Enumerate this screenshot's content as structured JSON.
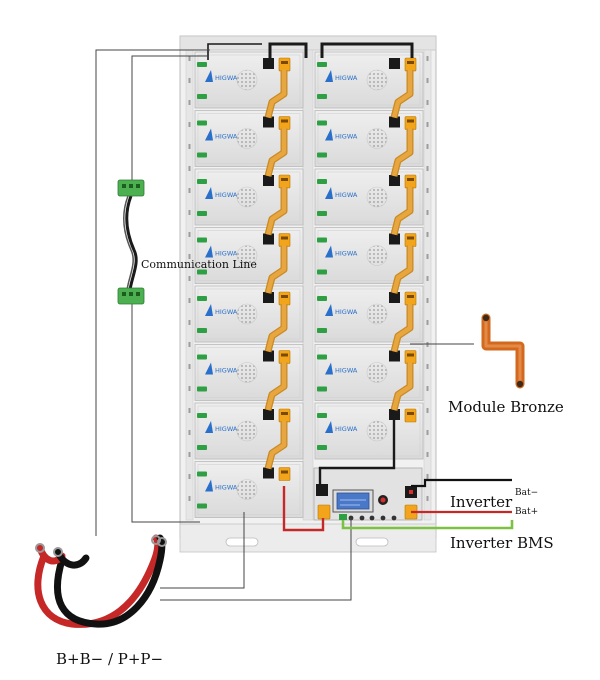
{
  "module_brand": "HIGWA",
  "module_count": {
    "left_column": 8,
    "right_column": 7
  },
  "labels": {
    "communication_line": "Communication Line",
    "module_bronze": "Module Bronze",
    "inverter": "Inverter",
    "bat_minus": "Bat−",
    "bat_plus": "Bat+",
    "inverter_bms": "Inverter BMS",
    "cable_set": "B+B− / P+P−"
  },
  "colors": {
    "rack_frame": "#eeeeee",
    "module_face": "#e5e5e5",
    "bus_bar": "#e8a640",
    "connector_orange": "#f2a51a",
    "connector_black": "#1a1a1a",
    "terminal_green": "#2ea043",
    "comm_green": "#4caf50",
    "cable_red": "#c62828",
    "cable_black": "#111111",
    "bronze": "#d2691e",
    "line_gray": "#444444",
    "bms_screen": "#4a78c8"
  }
}
